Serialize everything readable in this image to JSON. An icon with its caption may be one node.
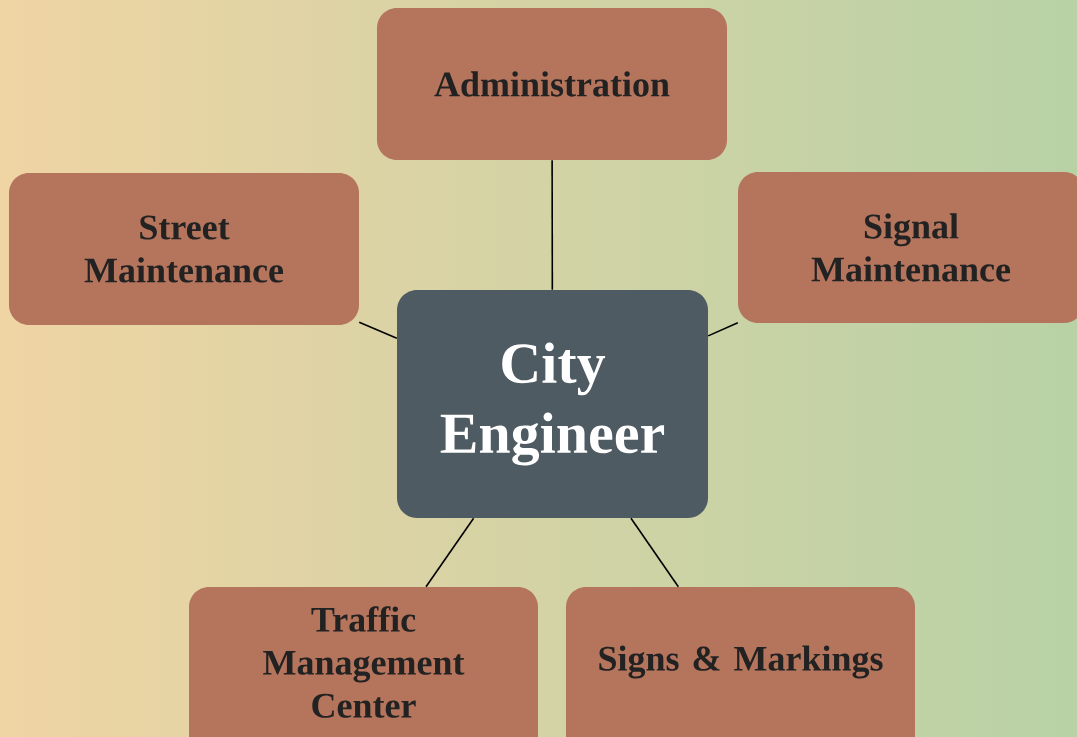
{
  "diagram": {
    "nodes": [
      {
        "text": [
          "City Engineer"
        ]
      },
      {
        "text": [
          "Administration"
        ]
      },
      {
        "text": [
          "Street Maintenance"
        ]
      },
      {
        "text": [
          "Signal Maintenance"
        ]
      },
      {
        "text": [
          "Traffic Management Center"
        ]
      },
      {
        "text": [
          "Signs & Markings"
        ]
      }
    ],
    "edges": [
      {
        "from": 0,
        "to": 1,
        "arrow": "none"
      },
      {
        "from": 0,
        "to": 2,
        "arrow": "none"
      },
      {
        "from": 0,
        "to": 3,
        "arrow": "none"
      },
      {
        "from": 0,
        "to": 4,
        "arrow": "none"
      },
      {
        "from": 0,
        "to": 5,
        "arrow": "none"
      }
    ]
  }
}
